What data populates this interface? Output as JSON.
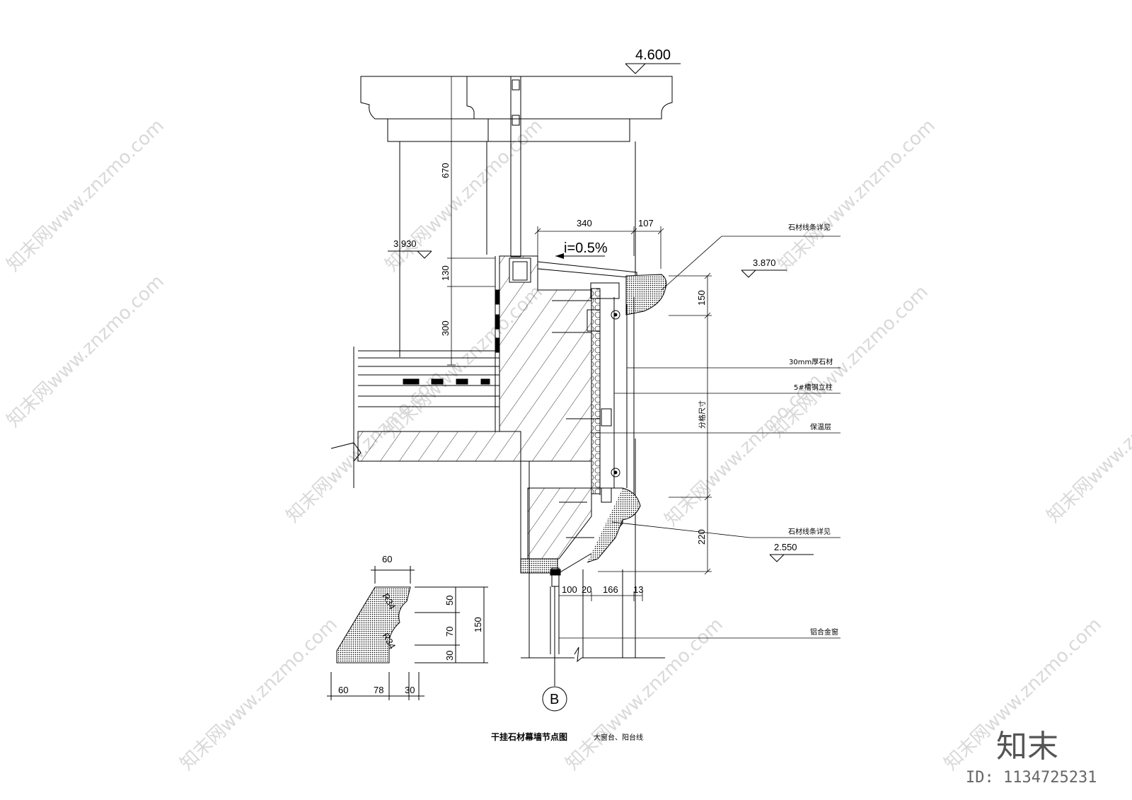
{
  "levels": {
    "top": "4.600",
    "l3930": "3.930",
    "l3870": "3.870",
    "l2550": "2.550"
  },
  "slope": "i=0.5%",
  "dims": {
    "d670": "670",
    "d130": "130",
    "d300": "300",
    "d340": "340",
    "d107": "107",
    "d150_right": "150",
    "grid": "分格尺寸",
    "d220": "220",
    "d100": "100",
    "d20": "20",
    "d166": "166",
    "d13": "13"
  },
  "callouts": {
    "stone_line_top": "石材线条详见",
    "stone_30mm": "30mm厚石材",
    "steel_column": "5#槽钢立柱",
    "insulation": "保温层",
    "stone_line_bottom": "石材线条详见",
    "alu_window": "铝合金窗"
  },
  "profile": {
    "w60_top": "60",
    "h50": "50",
    "h70": "70",
    "h150": "150",
    "h30": "30",
    "r34a": "R34",
    "r34b": "R34",
    "w60": "60",
    "w78": "78",
    "w30": "30"
  },
  "section_mark": "B",
  "caption": {
    "title": "干挂石材幕墙节点图",
    "subtitle": "大窗台、阳台线"
  },
  "brand": {
    "logo": "知末",
    "id": "ID: 1134725231",
    "watermark": "知末网www.znzmo.com"
  }
}
